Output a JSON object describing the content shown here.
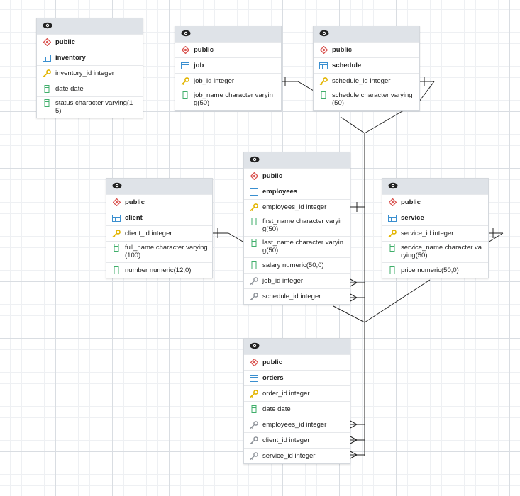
{
  "colors": {
    "schema_icon": "#d9534f",
    "table_icon": "#3a8fd0",
    "key_icon": "#e2b400",
    "column_icon": "#3fae6a",
    "fk_icon": "#8a8f96",
    "header_bg": "#dfe3e8",
    "line": "#222222"
  },
  "tables": {
    "inventory": {
      "schema": "public",
      "name": "inventory",
      "columns": [
        {
          "text": "inventory_id integer",
          "icon": "key-icon"
        },
        {
          "text": "date date",
          "icon": "column-icon"
        },
        {
          "text": "status character varying(15)",
          "icon": "column-icon"
        }
      ]
    },
    "job": {
      "schema": "public",
      "name": "job",
      "columns": [
        {
          "text": "job_id integer",
          "icon": "key-icon"
        },
        {
          "text": "job_name character varying(50)",
          "icon": "column-icon"
        }
      ]
    },
    "schedule": {
      "schema": "public",
      "name": "schedule",
      "columns": [
        {
          "text": "schedule_id integer",
          "icon": "key-icon"
        },
        {
          "text": "schedule character varying(50)",
          "icon": "column-icon"
        }
      ]
    },
    "employees": {
      "schema": "public",
      "name": "employees",
      "columns": [
        {
          "text": "employees_id integer",
          "icon": "key-icon"
        },
        {
          "text": "first_name character varying(50)",
          "icon": "column-icon"
        },
        {
          "text": "last_name character varying(50)",
          "icon": "column-icon"
        },
        {
          "text": "salary numeric(50,0)",
          "icon": "column-icon"
        },
        {
          "text": "job_id integer",
          "icon": "fk-icon"
        },
        {
          "text": "schedule_id integer",
          "icon": "fk-icon"
        }
      ]
    },
    "client": {
      "schema": "public",
      "name": "client",
      "columns": [
        {
          "text": "client_id integer",
          "icon": "key-icon"
        },
        {
          "text": "full_name character varying(100)",
          "icon": "column-icon"
        },
        {
          "text": "number numeric(12,0)",
          "icon": "column-icon"
        }
      ]
    },
    "service": {
      "schema": "public",
      "name": "service",
      "columns": [
        {
          "text": "service_id integer",
          "icon": "key-icon"
        },
        {
          "text": "service_name character varying(50)",
          "icon": "column-icon"
        },
        {
          "text": "price numeric(50,0)",
          "icon": "column-icon"
        }
      ]
    },
    "orders": {
      "schema": "public",
      "name": "orders",
      "columns": [
        {
          "text": "order_id integer",
          "icon": "key-icon"
        },
        {
          "text": "date date",
          "icon": "column-icon"
        },
        {
          "text": "employees_id integer",
          "icon": "fk-icon"
        },
        {
          "text": "client_id integer",
          "icon": "fk-icon"
        },
        {
          "text": "service_id integer",
          "icon": "fk-icon"
        }
      ]
    }
  }
}
